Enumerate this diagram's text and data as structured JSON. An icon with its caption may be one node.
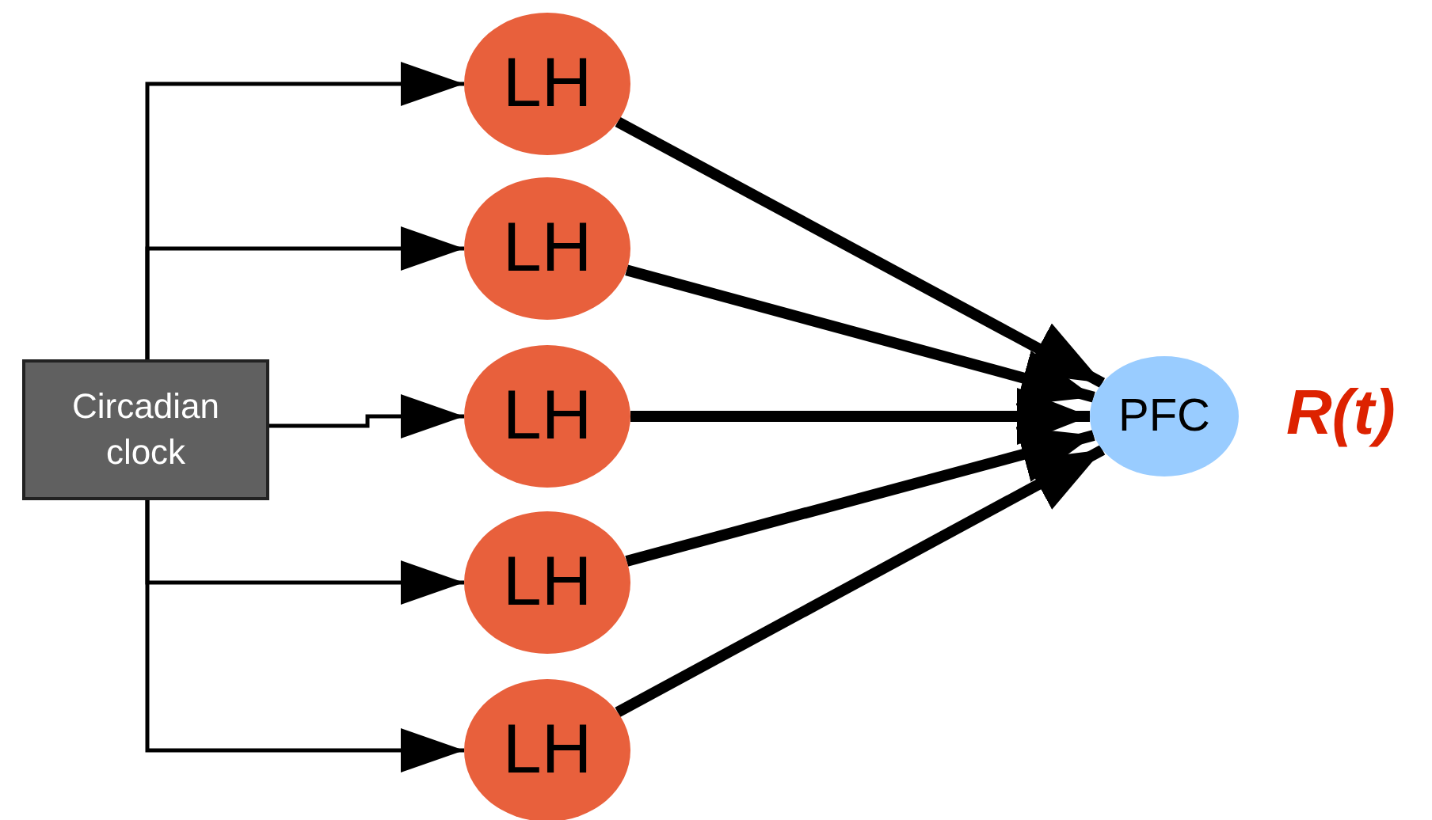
{
  "diagram": {
    "nodes": [
      {
        "text": [
          "Circadian clock"
        ]
      },
      {
        "text": [
          "LH"
        ]
      },
      {
        "text": [
          "LH"
        ]
      },
      {
        "text": [
          "LH"
        ]
      },
      {
        "text": [
          "LH"
        ]
      },
      {
        "text": [
          "LH"
        ]
      },
      {
        "text": [
          "PFC"
        ],
        "beside": [
          "R(t)"
        ]
      }
    ],
    "edges": [
      {
        "from": 0,
        "to": 1,
        "arrow": "to"
      },
      {
        "from": 0,
        "to": 2,
        "arrow": "to"
      },
      {
        "from": 0,
        "to": 3,
        "arrow": "to"
      },
      {
        "from": 0,
        "to": 4,
        "arrow": "to"
      },
      {
        "from": 0,
        "to": 5,
        "arrow": "to"
      },
      {
        "from": 1,
        "to": 6,
        "arrow": "to",
        "style": "thick"
      },
      {
        "from": 2,
        "to": 6,
        "arrow": "to",
        "style": "thick"
      },
      {
        "from": 3,
        "to": 6,
        "arrow": "to",
        "style": "thick"
      },
      {
        "from": 4,
        "to": 6,
        "arrow": "to",
        "style": "thick"
      },
      {
        "from": 5,
        "to": 6,
        "arrow": "to",
        "style": "thick"
      }
    ]
  }
}
